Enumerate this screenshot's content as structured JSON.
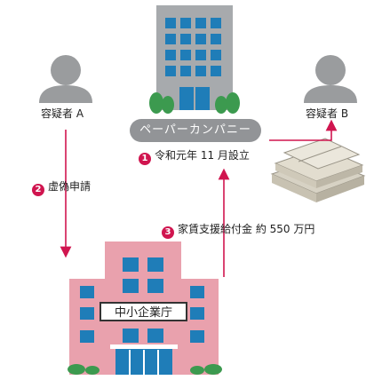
{
  "suspect_a": "容疑者 A",
  "suspect_b": "容疑者 B",
  "paper_company": "ペーパーカンパニー",
  "step1": {
    "number": "1",
    "text": "令和元年 11 月設立"
  },
  "step2": {
    "number": "2",
    "text": "虚偽申請"
  },
  "step3": {
    "number": "3",
    "text": "家賃支援給付金 約 550 万円"
  },
  "agency": "中小企業庁",
  "colors": {
    "accent": "#d0154f",
    "building_gray": "#a7aaad",
    "window_blue": "#1f7db8",
    "agency_pink": "#e9a1ad",
    "tree_green": "#3c9a4f",
    "person_gray": "#9a9c9e",
    "pill_gray": "#929497"
  }
}
